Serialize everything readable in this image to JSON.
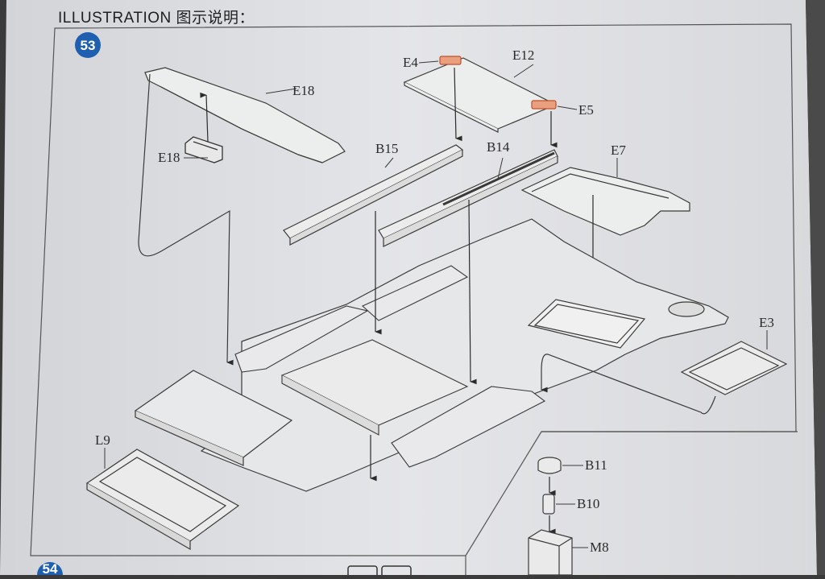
{
  "header": {
    "title": "ILLUSTRATION 图示说明："
  },
  "step": {
    "number": "53",
    "next_number": "54"
  },
  "parts": {
    "E18_top": "E18",
    "E18_bottom": "E18",
    "E4": "E4",
    "E12": "E12",
    "E5": "E5",
    "B15": "B15",
    "B14": "B14",
    "E7": "E7",
    "E3": "E3",
    "L9": "L9",
    "B11": "B11",
    "B10": "B10",
    "M8": "M8"
  },
  "colors": {
    "paper": "#dfe0e3",
    "line": "#3a3a3a",
    "highlight": "#e07a55",
    "step_badge": "#1f5fb0"
  }
}
